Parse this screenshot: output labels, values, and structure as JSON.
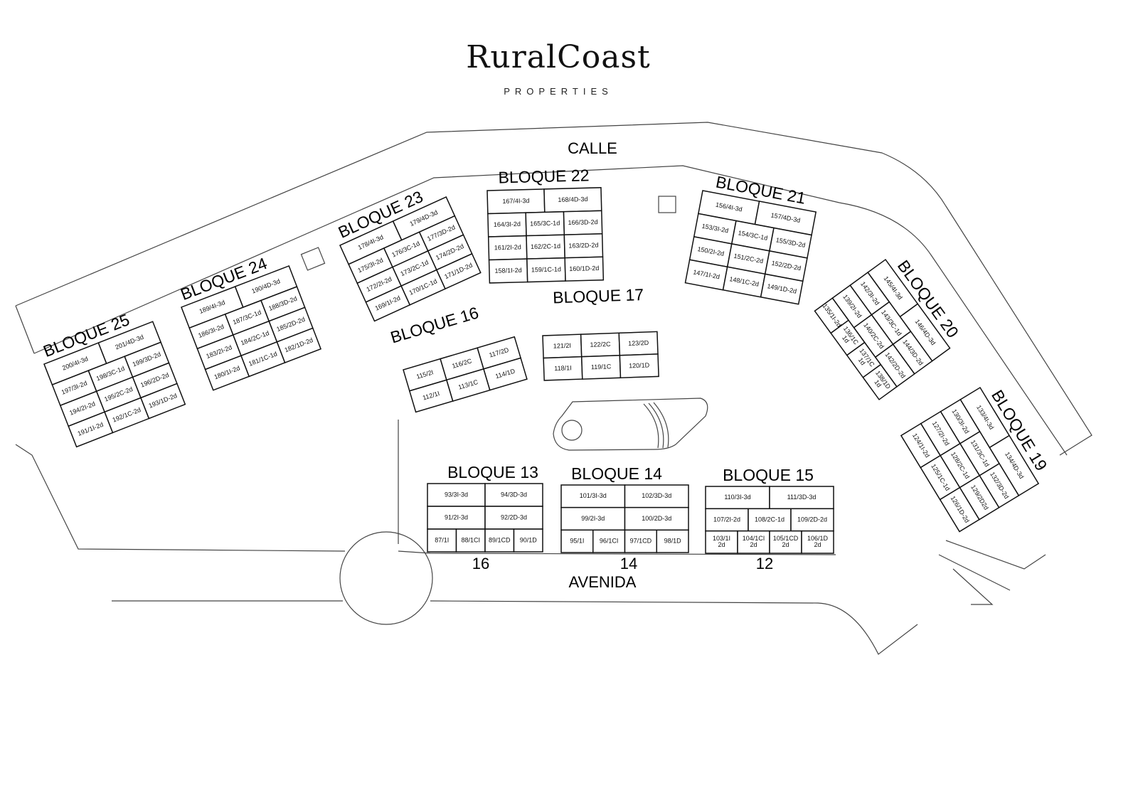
{
  "logo": {
    "name": "RuralCoast",
    "subtitle": "PROPERTIES"
  },
  "streets": {
    "top": "CALLE",
    "bottom": "AVENIDA",
    "numbers": [
      "16",
      "14",
      "12"
    ]
  },
  "blocks": [
    {
      "label": "BLOQUE 25",
      "rows": [
        [
          "200/4I-3d",
          "201/4D-3d"
        ],
        [
          "197/3I-2d",
          "198/3C-1d",
          "199/3D-2d"
        ],
        [
          "194/2I-2d",
          "195/2C-2d",
          "196/2D-2d"
        ],
        [
          "191/1I-2d",
          "192/1C-2d",
          "193/1D-2d"
        ]
      ]
    },
    {
      "label": "BLOQUE 24",
      "rows": [
        [
          "189/4I-3d",
          "190/4D-3d"
        ],
        [
          "186/3I-2d",
          "187/3C-1d",
          "188/3D-2d"
        ],
        [
          "183/2I-2d",
          "184/2C-1d",
          "185/2D-2d"
        ],
        [
          "180/1I-2d",
          "181/1C-1d",
          "182/1D-2d"
        ]
      ]
    },
    {
      "label": "BLOQUE 23",
      "rows": [
        [
          "178/4I-3d",
          "179/4D-3d"
        ],
        [
          "175/3I-2d",
          "176/3C-1d",
          "177/3D-2d"
        ],
        [
          "172/2I-2d",
          "173/2C-1d",
          "174/2D-2d"
        ],
        [
          "169/1I-2d",
          "170/1C-1d",
          "171/1D-2d"
        ]
      ]
    },
    {
      "label": "BLOQUE 22",
      "rows": [
        [
          "167/4I-3d",
          "168/4D-3d"
        ],
        [
          "164/3I-2d",
          "165/3C-1d",
          "166/3D-2d"
        ],
        [
          "161/2I-2d",
          "162/2C-1d",
          "163/2D-2d"
        ],
        [
          "158/1I-2d",
          "159/1C-1d",
          "160/1D-2d"
        ]
      ]
    },
    {
      "label": "BLOQUE 21",
      "rows": [
        [
          "156/4I-3d",
          "157/4D-3d"
        ],
        [
          "153/3I-2d",
          "154/3C-1d",
          "155/3D-2d"
        ],
        [
          "150/2I-2d",
          "151/2C-2d",
          "152/2D-2d"
        ],
        [
          "147/1I-2d",
          "148/1C-2d",
          "149/1D-2d"
        ]
      ]
    },
    {
      "label": "BLOQUE 20",
      "rows": [
        [
          "145/4I-3d",
          "146/4D-3d"
        ],
        [
          "142/3I-2d",
          "143/3C-1d",
          "144/3D-2d"
        ],
        [
          "139/2I-2d",
          "140/2C-2d",
          "142/2D-2d"
        ],
        [
          "135/1I-2d",
          [
            "136/1C",
            "1d"
          ],
          [
            "137/1C",
            "1d"
          ],
          [
            "138/1D",
            "1d"
          ]
        ]
      ]
    },
    {
      "label": "BLOQUE 19",
      "rows": [
        [
          "133/4I-3d",
          "134/4D-3d"
        ],
        [
          "130/3I-2d",
          "131/3C-1d",
          "132/3D-2d"
        ],
        [
          "127/2I-2d",
          "128/2C-1d",
          "129/2D2d"
        ],
        [
          "124/1I-2d",
          "125/1C-1d",
          "126/1D-2d"
        ]
      ]
    },
    {
      "label": "BLOQUE 16",
      "rows": [
        [
          "115/2I",
          "116/2C",
          "117/2D"
        ],
        [
          "112/1I",
          "113/1C",
          "114/1D"
        ]
      ]
    },
    {
      "label": "BLOQUE 17",
      "rows": [
        [
          "121/2I",
          "122/2C",
          "123/2D"
        ],
        [
          "118/1I",
          "119/1C",
          "120/1D"
        ]
      ]
    },
    {
      "label": "BLOQUE 13",
      "rows": [
        [
          "93/3I-3d",
          "94/3D-3d"
        ],
        [
          "91/2I-3d",
          "92/2D-3d"
        ],
        [
          "87/1I",
          "88/1CI",
          "89/1CD",
          "90/1D"
        ]
      ]
    },
    {
      "label": "BLOQUE 14",
      "rows": [
        [
          "101/3I-3d",
          "102/3D-3d"
        ],
        [
          "99/2I-3d",
          "100/2D-3d"
        ],
        [
          "95/1I",
          "96/1CI",
          "97/1CD",
          "98/1D"
        ]
      ]
    },
    {
      "label": "BLOQUE 15",
      "rows": [
        [
          "110/3I-3d",
          "111/3D-3d"
        ],
        [
          "107/2I-2d",
          "108/2C-1d",
          "109/2D-2d"
        ],
        [
          [
            "103/1I",
            "2d"
          ],
          [
            "104/1CI",
            "2d"
          ],
          [
            "105/1CD",
            "2d"
          ],
          [
            "106/1D",
            "2d"
          ]
        ]
      ]
    }
  ]
}
